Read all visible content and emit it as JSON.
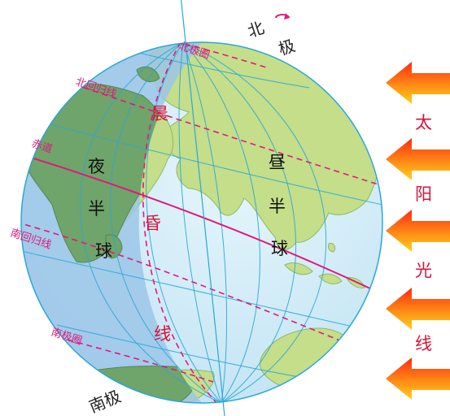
{
  "labels": {
    "north_pole": [
      "北",
      "极"
    ],
    "south_pole": "南极",
    "night_half": [
      "夜",
      "半",
      "球"
    ],
    "day_half": [
      "昼",
      "半",
      "球"
    ],
    "dawn": "晨",
    "dusk_line": [
      "昏",
      "线"
    ],
    "arctic_circle": "北极圈",
    "tropic_cancer": "北回归线",
    "equator": "赤道",
    "tropic_capricorn": "南回归线",
    "antarctic_circle": "南极圈",
    "sunlight": [
      "太",
      "阳",
      "光",
      "线"
    ]
  },
  "colors": {
    "ocean_day": "#d4eef9",
    "ocean_night": "#9cc6e8",
    "land_day": "#c4de8a",
    "land_night": "#6fa46a",
    "latitude_lines": "#e0197d",
    "grid_lines": "#29a8d6",
    "arrow_top": "#ff2a12",
    "arrow_bottom": "#ffd21a",
    "label_red": "#d6143a"
  },
  "icons": {
    "rotation": "rotation-arrow-icon",
    "sunlight": "sunlight-arrow-icon"
  }
}
